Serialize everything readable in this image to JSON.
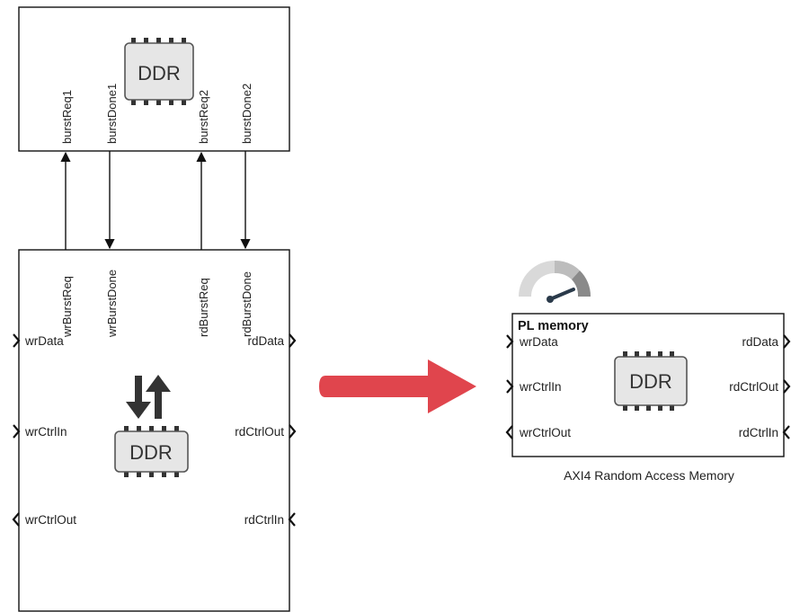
{
  "top_block": {
    "icon_text": "DDR",
    "ports": [
      "burstReq1",
      "burstDone1",
      "burstReq2",
      "burstDone2"
    ]
  },
  "bottom_block": {
    "icon_text": "DDR",
    "top_ports": [
      "wrBurstReq",
      "wrBurstDone",
      "rdBurstReq",
      "rdBurstDone"
    ],
    "left_ports": [
      "wrData",
      "wrCtrlIn",
      "wrCtrlOut"
    ],
    "right_ports": [
      "rdData",
      "rdCtrlOut",
      "rdCtrlIn"
    ]
  },
  "right_block": {
    "title": "PL memory",
    "icon_text": "DDR",
    "left_ports": [
      "wrData",
      "wrCtrlIn",
      "wrCtrlOut"
    ],
    "right_ports": [
      "rdData",
      "rdCtrlOut",
      "rdCtrlIn"
    ],
    "caption": "AXI4 Random Access Memory"
  },
  "colors": {
    "arrow": "#e0454d",
    "gauge_light": "#d9d9d9",
    "gauge_dark": "#8a8a8a",
    "chip_fill": "#e6e6e6"
  }
}
